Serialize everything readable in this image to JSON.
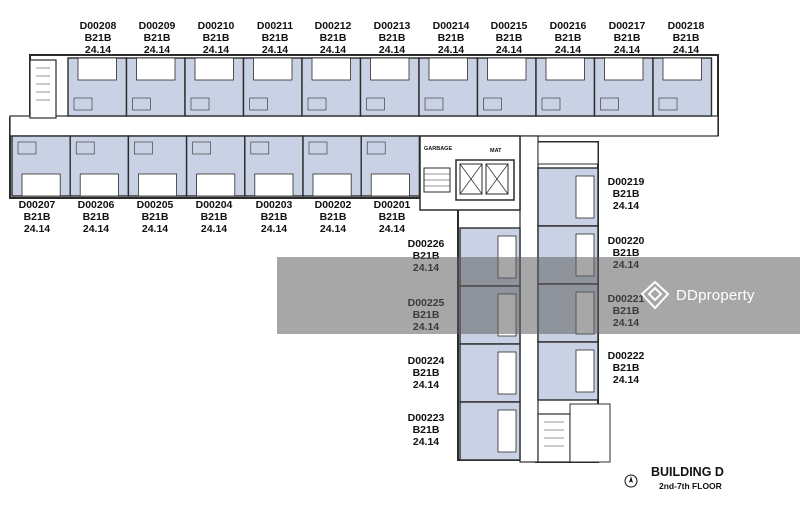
{
  "building": {
    "title": "BUILDING D",
    "subtitle": "2nd-7th FLOOR"
  },
  "watermark": {
    "brand": "DDproperty"
  },
  "room_labels_small": {
    "garbage": "GARBAGE",
    "mat": "MAT"
  },
  "colors": {
    "unit_fill": "#c9d2e4",
    "wall": "#2b2b2b",
    "corridor": "#ffffff",
    "overlay": "#5f5f5f"
  },
  "units": [
    {
      "id": "D00208",
      "type": "B21B",
      "area": "24.14"
    },
    {
      "id": "D00209",
      "type": "B21B",
      "area": "24.14"
    },
    {
      "id": "D00210",
      "type": "B21B",
      "area": "24.14"
    },
    {
      "id": "D00211",
      "type": "B21B",
      "area": "24.14"
    },
    {
      "id": "D00212",
      "type": "B21B",
      "area": "24.14"
    },
    {
      "id": "D00213",
      "type": "B21B",
      "area": "24.14"
    },
    {
      "id": "D00214",
      "type": "B21B",
      "area": "24.14"
    },
    {
      "id": "D00215",
      "type": "B21B",
      "area": "24.14"
    },
    {
      "id": "D00216",
      "type": "B21B",
      "area": "24.14"
    },
    {
      "id": "D00217",
      "type": "B21B",
      "area": "24.14"
    },
    {
      "id": "D00218",
      "type": "B21B",
      "area": "24.14"
    },
    {
      "id": "D00207",
      "type": "B21B",
      "area": "24.14"
    },
    {
      "id": "D00206",
      "type": "B21B",
      "area": "24.14"
    },
    {
      "id": "D00205",
      "type": "B21B",
      "area": "24.14"
    },
    {
      "id": "D00204",
      "type": "B21B",
      "area": "24.14"
    },
    {
      "id": "D00203",
      "type": "B21B",
      "area": "24.14"
    },
    {
      "id": "D00202",
      "type": "B21B",
      "area": "24.14"
    },
    {
      "id": "D00201",
      "type": "B21B",
      "area": "24.14"
    },
    {
      "id": "D00226",
      "type": "B21B",
      "area": "24.14"
    },
    {
      "id": "D00225",
      "type": "B21B",
      "area": "24.14"
    },
    {
      "id": "D00224",
      "type": "B21B",
      "area": "24.14"
    },
    {
      "id": "D00223",
      "type": "B21B",
      "area": "24.14"
    },
    {
      "id": "D00219",
      "type": "B21B",
      "area": "24.14"
    },
    {
      "id": "D00220",
      "type": "B21B",
      "area": "24.14"
    },
    {
      "id": "D00221",
      "type": "B21B",
      "area": "24.14"
    },
    {
      "id": "D00222",
      "type": "B21B",
      "area": "24.14"
    }
  ]
}
